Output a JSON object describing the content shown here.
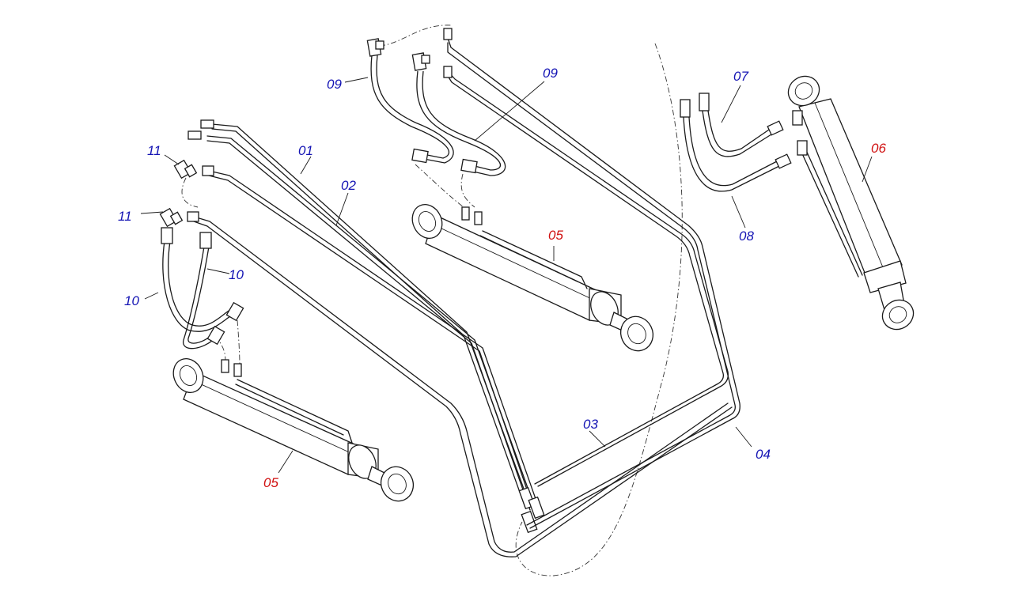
{
  "colors": {
    "hose_label": "#1414b4",
    "cylinder_label": "#d01010",
    "line": "#1a1a1a",
    "background": "#ffffff"
  },
  "labels": {
    "pipe_01": "01",
    "pipe_02": "02",
    "pipe_03": "03",
    "pipe_04": "04",
    "cylinder_05_left": "05",
    "cylinder_05_center": "05",
    "cylinder_06": "06",
    "hose_07": "07",
    "hose_08": "08",
    "hose_09_left": "09",
    "hose_09_right": "09",
    "hose_10_left": "10",
    "hose_10_right": "10",
    "fitting_11_top": "11",
    "fitting_11_bottom": "11"
  }
}
